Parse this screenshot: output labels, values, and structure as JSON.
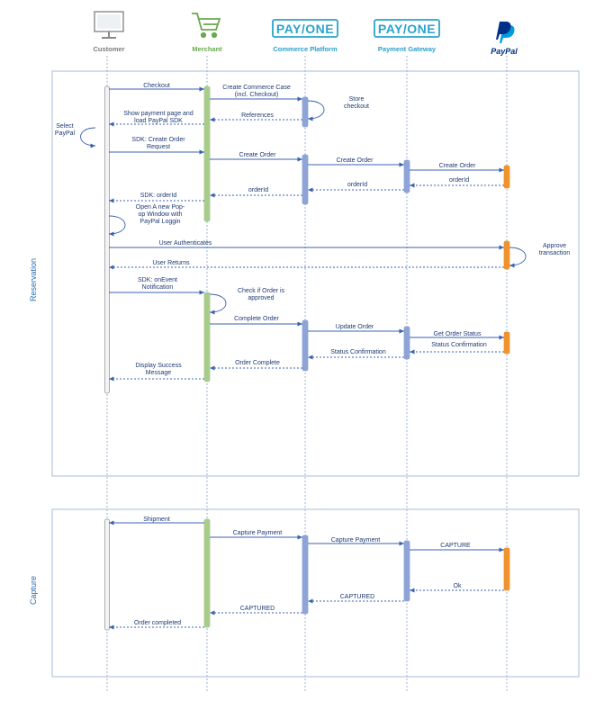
{
  "actors": [
    {
      "key": "customer",
      "label": "Customer",
      "label_color": "#7a7a7a",
      "icon": "monitor-icon"
    },
    {
      "key": "merchant",
      "label": "Merchant",
      "label_color": "#6aa84f",
      "icon": "shopping-cart-icon"
    },
    {
      "key": "platform",
      "label": "Commerce Platform",
      "label_color": "#2d9fc9",
      "icon": "payone-logo",
      "logo_text": "PAY/ONE"
    },
    {
      "key": "gateway",
      "label": "Payment Gateway",
      "label_color": "#2d9fc9",
      "icon": "payone-logo",
      "logo_text": "PAY/ONE"
    },
    {
      "key": "paypal",
      "label": "",
      "label_color": "#003087",
      "icon": "paypal-logo",
      "logo_text": "PayPal"
    }
  ],
  "lanes": [
    {
      "key": "reservation",
      "label": "Reservation"
    },
    {
      "key": "capture",
      "label": "Capture"
    }
  ],
  "messages": [
    {
      "text": "Checkout",
      "style": "solid"
    },
    {
      "text": "Create Commerce Case\n(incl. Checkout)",
      "style": "solid"
    },
    {
      "text": "Store\ncheckout",
      "style": "self"
    },
    {
      "text": "References",
      "style": "dashed"
    },
    {
      "text": "Show payment page and\nload PayPal SDK",
      "style": "dashed"
    },
    {
      "text": "Select\nPayPal",
      "style": "self"
    },
    {
      "text": "SDK: Create Order\nRequest",
      "style": "solid"
    },
    {
      "text": "Create Order",
      "style": "solid"
    },
    {
      "text": "Create Order",
      "style": "solid"
    },
    {
      "text": "Create Order",
      "style": "solid"
    },
    {
      "text": "orderId",
      "style": "dashed"
    },
    {
      "text": "orderId",
      "style": "dashed"
    },
    {
      "text": "orderId",
      "style": "dashed"
    },
    {
      "text": "SDK: orderId",
      "style": "dashed"
    },
    {
      "text": "Open  A new Pop-\nop Window with\nPayPal Loggin",
      "style": "self"
    },
    {
      "text": "User Authenticates",
      "style": "solid"
    },
    {
      "text": "Approve\ntransaction",
      "style": "self"
    },
    {
      "text": "User Returns",
      "style": "dashed"
    },
    {
      "text": "SDK: onEvent\nNotification",
      "style": "solid"
    },
    {
      "text": "Check if Order is\napproved",
      "style": "self"
    },
    {
      "text": "Complete Order",
      "style": "solid"
    },
    {
      "text": "Update Order",
      "style": "solid"
    },
    {
      "text": "Get Order Status",
      "style": "solid"
    },
    {
      "text": "Status Confirmation",
      "style": "dashed"
    },
    {
      "text": "Status Confirmation",
      "style": "dashed"
    },
    {
      "text": "Order Complete",
      "style": "dashed"
    },
    {
      "text": "Display Success\nMessage",
      "style": "dashed"
    },
    {
      "text": "Shipment",
      "style": "solid"
    },
    {
      "text": "Capture Payment",
      "style": "solid"
    },
    {
      "text": "Capture Payment",
      "style": "solid"
    },
    {
      "text": "CAPTURE",
      "style": "solid"
    },
    {
      "text": "Ok",
      "style": "dashed"
    },
    {
      "text": "CAPTURED",
      "style": "dashed"
    },
    {
      "text": "CAPTURED",
      "style": "dashed"
    },
    {
      "text": "Order completed",
      "style": "dashed"
    }
  ],
  "colors": {
    "lane_border": "#a8bcd6",
    "lifeline": "#9db3cf",
    "arrow": "#3a62b0",
    "customer_activation": "#f4f4f4",
    "merchant_activation": "#a8cc8c",
    "platform_activation": "#8ea3d6",
    "gateway_activation": "#8ea3d6",
    "paypal_activation": "#f0922e",
    "paypal_dark": "#003087",
    "paypal_light": "#009cde",
    "payone": "#2aa3cc"
  }
}
